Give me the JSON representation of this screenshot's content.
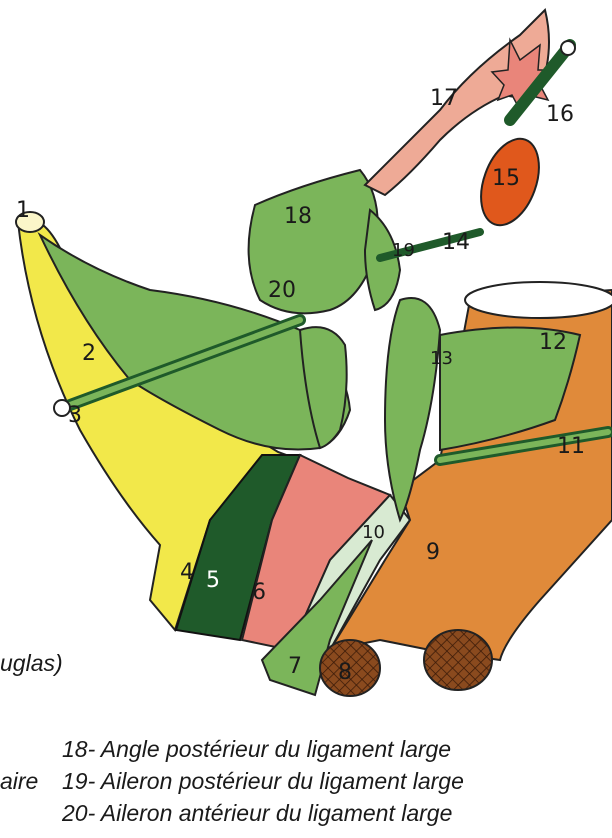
{
  "labels": {
    "l1": "1",
    "l2": "2",
    "l3": "3",
    "l4": "4",
    "l5": "5",
    "l6": "6",
    "l7": "7",
    "l8": "8",
    "l9": "9",
    "l10": "10",
    "l11": "11",
    "l12": "12",
    "l13": "13",
    "l14": "14",
    "l15": "15",
    "l16": "16",
    "l17": "17",
    "l18": "18",
    "l19": "19",
    "l20": "20"
  },
  "fragments": {
    "left_paren": "uglas)",
    "left_aire": "aire"
  },
  "legend": [
    "18- Angle postérieur du ligament large",
    "19- Aileron postérieur du ligament large",
    "20- Aileron antérieur du ligament large"
  ],
  "colors": {
    "ligament_green": "#7bb55a",
    "dark_green": "#1f5a2a",
    "yellow": "#f2e84a",
    "salmon": "#e9857a",
    "orange": "#e08a3a",
    "ovary_orange": "#e0581c",
    "tube_pink": "#eeaa96",
    "brown": "#8a4a1e",
    "pale_green": "#d8ead2"
  }
}
